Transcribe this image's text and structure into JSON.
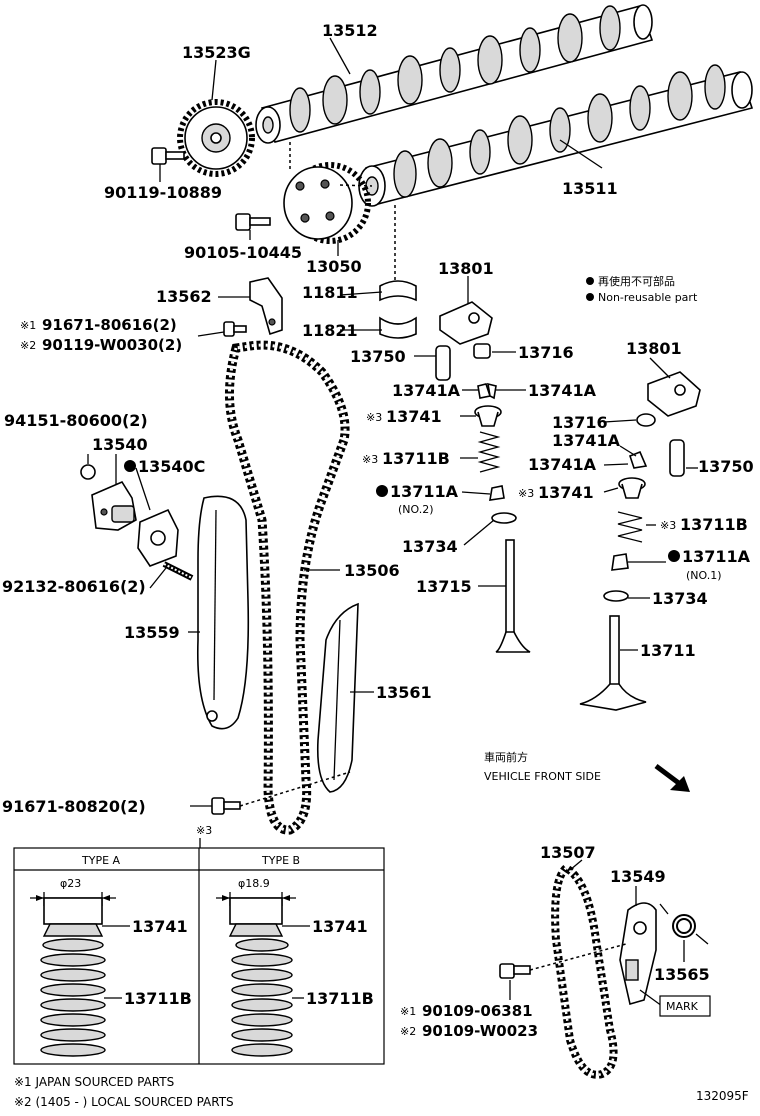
{
  "parts": {
    "p13512": "13512",
    "p13523G": "13523G",
    "p90119_10889": "90119-10889",
    "p13511": "13511",
    "p90105_10445": "90105-10445",
    "p13050": "13050",
    "p13801_a": "13801",
    "p13562": "13562",
    "p11811": "11811",
    "p11821": "11821",
    "p91671_80616": "91671-80616(2)",
    "p90119_W0030": "90119-W0030(2)",
    "p13750_a": "13750",
    "p13716_a": "13716",
    "p13801_b": "13801",
    "p13741A_l": "13741A",
    "p13741A_r": "13741A",
    "p13741_a": "13741",
    "p13716_b": "13716",
    "p94151_80600": "94151-80600(2)",
    "p13540": "13540",
    "p13540C": "13540C",
    "p13711B_a": "13711B",
    "p13741A_b1": "13741A",
    "p13741A_b2": "13741A",
    "p13750_b": "13750",
    "p13711A_a": "13711A",
    "p13741_b": "13741",
    "p13711B_b": "13711B",
    "p13734_a": "13734",
    "p13506": "13506",
    "p13711A_b": "13711A",
    "p92132_80616": "92132-80616(2)",
    "p13715": "13715",
    "p13734_b": "13734",
    "p13559": "13559",
    "p13711": "13711",
    "p13561": "13561",
    "p91671_80820": "91671-80820(2)",
    "p13507": "13507",
    "p13549": "13549",
    "p13565": "13565",
    "p90109_06381": "90109-06381",
    "p90109_W0023": "90109-W0023",
    "type_a_13741": "13741",
    "type_a_13711B": "13711B",
    "type_b_13741": "13741",
    "type_b_13711B": "13711B"
  },
  "notes": {
    "mark1": "※1",
    "mark2": "※2",
    "mark3": "※3",
    "no2": "(NO.2)",
    "no1": "(NO.1)",
    "mark_label": "MARK"
  },
  "legend": {
    "jp": "再使用不可部品",
    "en": "Non-reusable part"
  },
  "direction": {
    "jp": "車両前方",
    "en": "VEHICLE FRONT SIDE"
  },
  "detail": {
    "type_a": "TYPE A",
    "type_b": "TYPE B",
    "dia_a": "φ23",
    "dia_b": "φ18.9"
  },
  "footnotes": {
    "f1": "※1 JAPAN SOURCED PARTS",
    "f2": "※2 (1405 -        ) LOCAL SOURCED PARTS"
  },
  "figure_id": "132095F"
}
